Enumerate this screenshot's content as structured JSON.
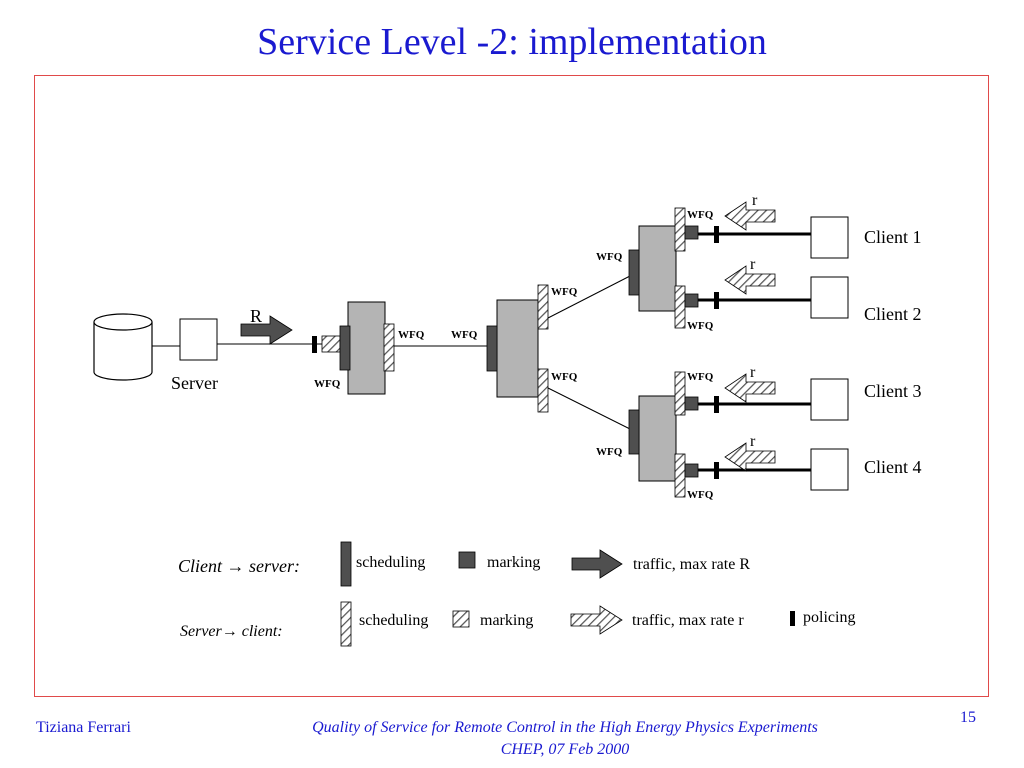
{
  "slide": {
    "title": "Service Level -2: implementation",
    "page_number": "15"
  },
  "footer": {
    "author": "Tiziana Ferrari",
    "line1": "Quality of Service for Remote Control in the High Energy Physics Experiments",
    "line2": "CHEP, 07 Feb 2000"
  },
  "diagram": {
    "server_label": "Server",
    "server_rate": "R",
    "wfq": "WFQ",
    "client_rate": "r",
    "clients": [
      "Client 1",
      "Client 2",
      "Client 3",
      "Client 4"
    ]
  },
  "legend": {
    "client_to_server": "Client → server:",
    "server_to_client": "Server→ client:",
    "scheduling": "scheduling",
    "marking": "marking",
    "traffic_R": "traffic, max rate R",
    "traffic_r": "traffic, max rate r",
    "policing": "policing"
  },
  "colors": {
    "title": "#1a1ad0",
    "frame": "#e04a4a",
    "router_fill": "#b4b4b4",
    "solid_marker": "#505050"
  }
}
